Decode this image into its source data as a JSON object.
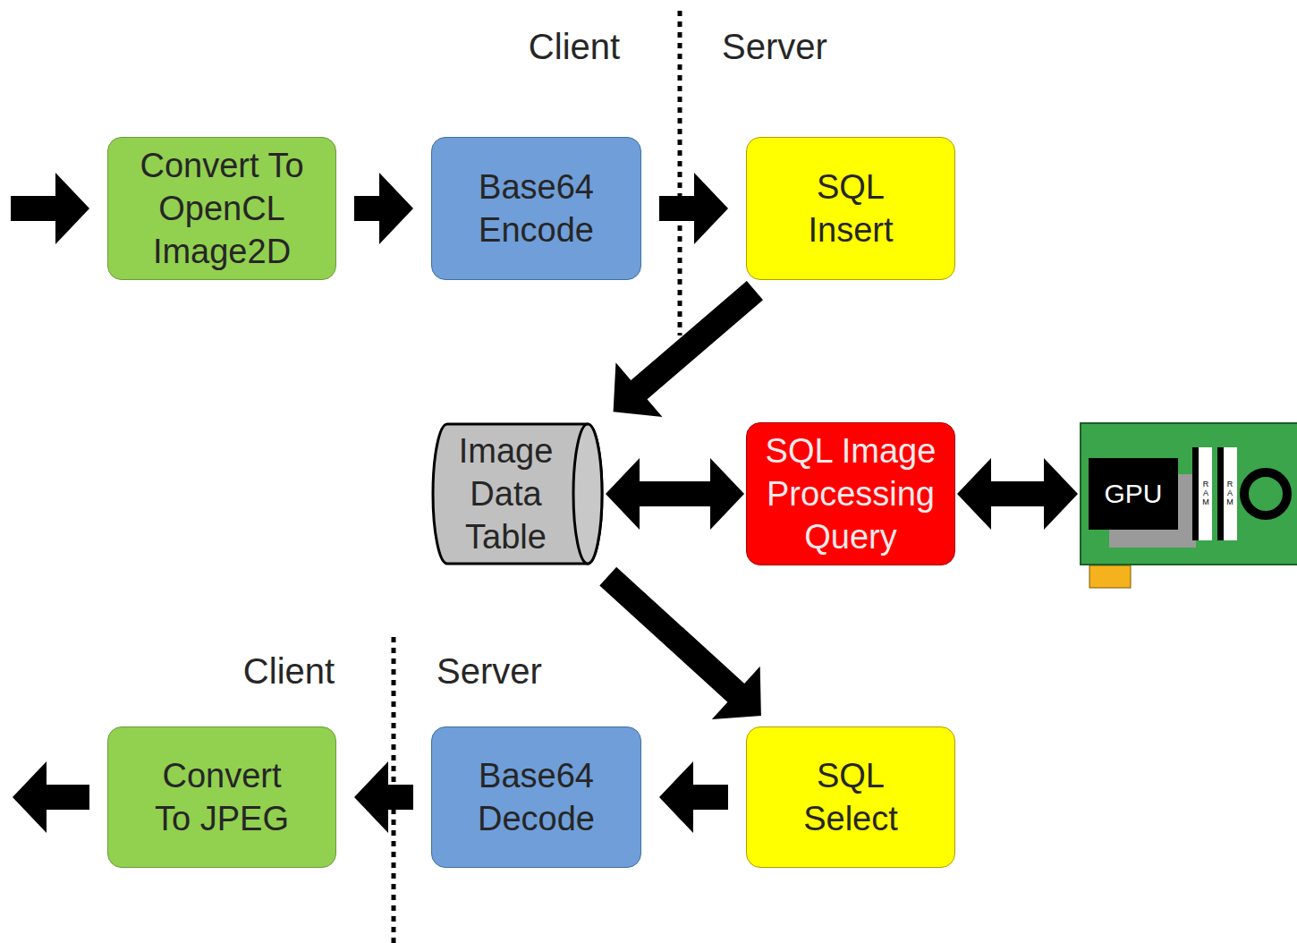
{
  "diagram": {
    "nodes": [
      {
        "text": [
          "Convert To OpenCL Image2D"
        ]
      },
      {
        "text": [
          "Base64 Encode"
        ]
      },
      {
        "text": [
          "SQL Insert"
        ]
      },
      {
        "text": [
          "Image Data Table"
        ]
      },
      {
        "text": [
          "SQL Image Processing Query"
        ]
      },
      {
        "text": [
          "SQL Select"
        ]
      },
      {
        "text": [
          "Base64 Decode"
        ]
      },
      {
        "text": [
          "Convert To JPEG"
        ]
      },
      {
        "text": [
          "GPU",
          "RAM",
          "RAM"
        ]
      }
    ],
    "edges": [
      {
        "from": 0,
        "to": 1,
        "arrow": "to"
      },
      {
        "from": 1,
        "to": 2,
        "arrow": "to"
      },
      {
        "from": 2,
        "to": 3,
        "arrow": "to"
      },
      {
        "from": 3,
        "to": 4,
        "arrow": "both"
      },
      {
        "from": 4,
        "to": 8,
        "arrow": "both"
      },
      {
        "from": 3,
        "to": 5,
        "arrow": "to"
      },
      {
        "from": 5,
        "to": 6,
        "arrow": "to"
      },
      {
        "from": 6,
        "to": 7,
        "arrow": "to"
      }
    ],
    "labels": [
      "Client",
      "Server",
      "Client",
      "Server"
    ]
  }
}
